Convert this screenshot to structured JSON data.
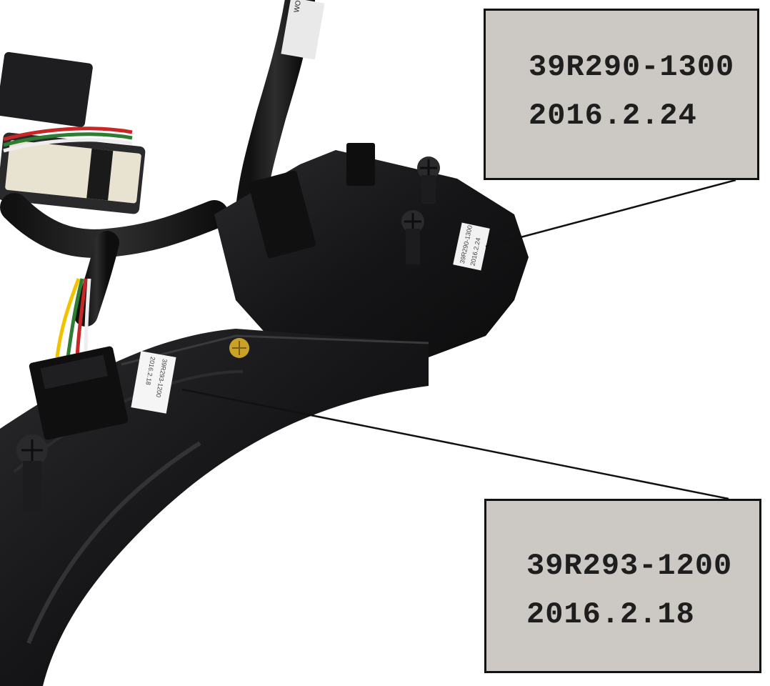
{
  "zoom_labels": {
    "top": {
      "part_number": "39R290-1300",
      "date": "2016.2.24"
    },
    "bottom": {
      "part_number": "39R293-1200",
      "date": "2016.2.18"
    }
  },
  "small_labels": {
    "upper": {
      "part_number": "39R290-1300",
      "date": "2016.2.24"
    },
    "lower": {
      "part_number": "39R293-1200",
      "date": "2016.2.18"
    }
  },
  "tag_text": "WOOJIN",
  "colors": {
    "background": "#ffffff",
    "plastic": "#1a1a1c",
    "label_fill": "#ccc8c3",
    "wire_red": "#c62828",
    "wire_green": "#2e7d32",
    "wire_yellow": "#f2c200",
    "wire_white": "#eeeeee",
    "connector_cream": "#e8e2d0",
    "screw_brass": "#c9a227"
  }
}
